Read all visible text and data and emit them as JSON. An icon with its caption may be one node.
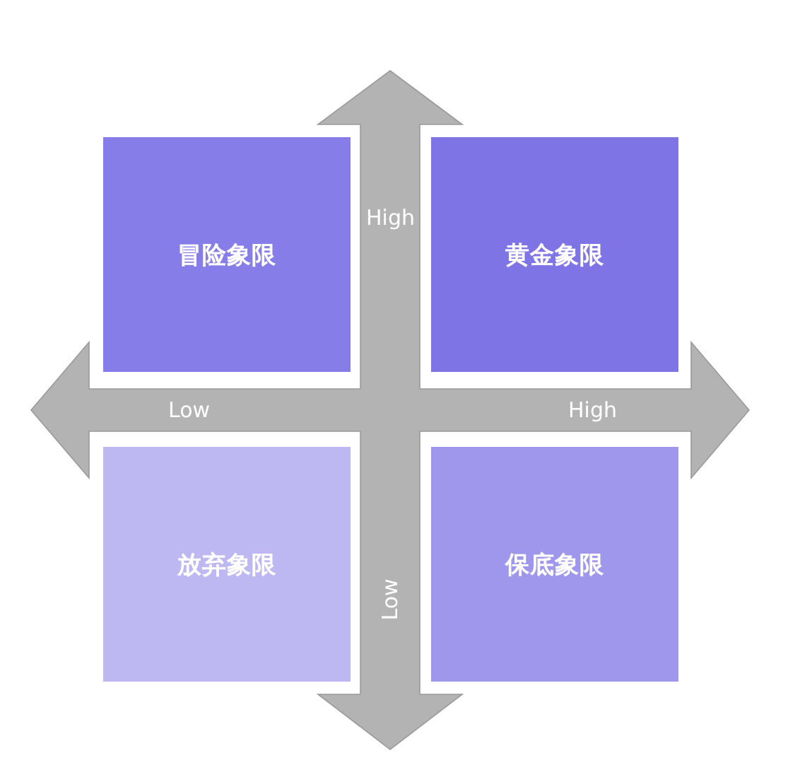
{
  "diagram": {
    "nodes": [
      {
        "text": [
          "冒险象限"
        ]
      },
      {
        "text": [
          "黄金象限"
        ]
      },
      {
        "text": [
          "放弃象限"
        ]
      },
      {
        "text": [
          "保底象限"
        ]
      }
    ],
    "edges": [],
    "labels": [
      "High",
      "Low",
      "High",
      "Low"
    ]
  }
}
